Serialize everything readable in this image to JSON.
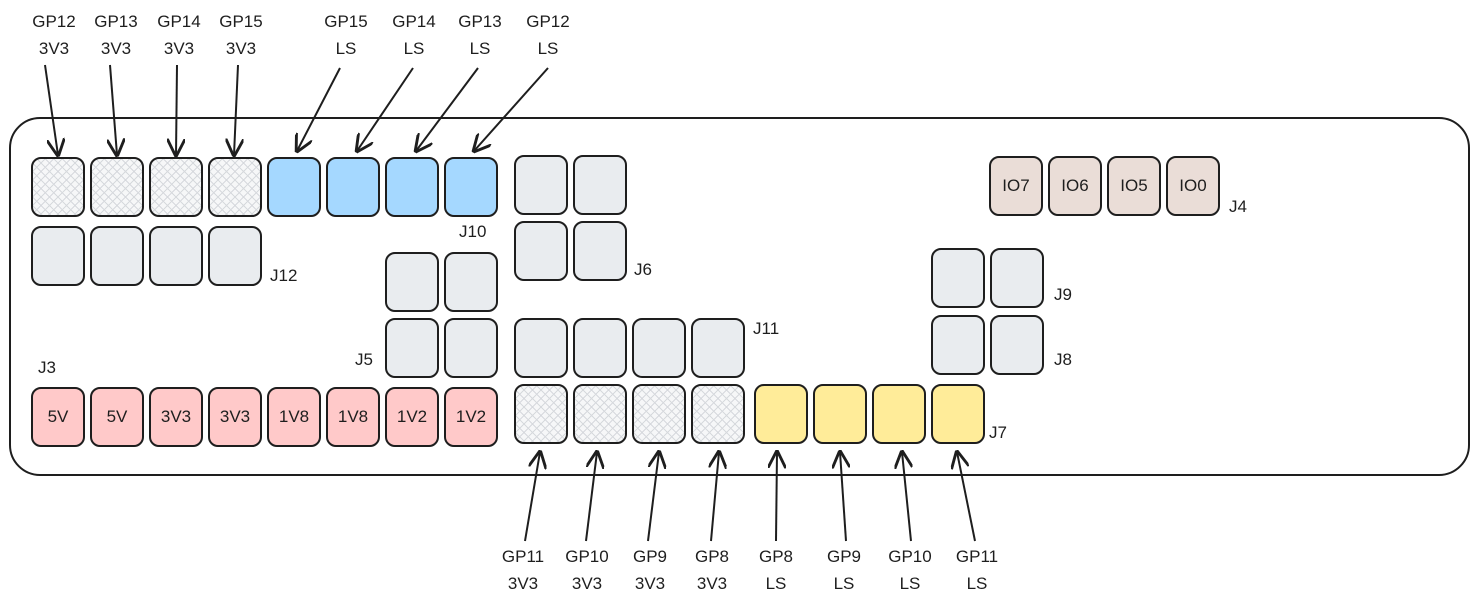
{
  "colors": {
    "ink": "#1e1e1e",
    "gray_pin": "#e9ecef",
    "blue_pin": "#a5d8ff",
    "red_pin": "#ffc9c9",
    "yellow_pin": "#ffec99",
    "brown_pin": "#eaddd7"
  },
  "headers": {
    "j3": "J3",
    "j4": "J4",
    "j5": "J5",
    "j6": "J6",
    "j7": "J7",
    "j8": "J8",
    "j9": "J9",
    "j10": "J10",
    "j11": "J11",
    "j12": "J12"
  },
  "pin_labels": {
    "j3": [
      "5V",
      "5V",
      "3V3",
      "3V3",
      "1V8",
      "1V8",
      "1V2",
      "1V2"
    ],
    "j4": [
      "IO7",
      "IO6",
      "IO5",
      "IO0"
    ]
  },
  "callouts_top": [
    {
      "signal": "GP12",
      "level": "3V3"
    },
    {
      "signal": "GP13",
      "level": "3V3"
    },
    {
      "signal": "GP14",
      "level": "3V3"
    },
    {
      "signal": "GP15",
      "level": "3V3"
    },
    {
      "signal": "GP15",
      "level": "LS"
    },
    {
      "signal": "GP14",
      "level": "LS"
    },
    {
      "signal": "GP13",
      "level": "LS"
    },
    {
      "signal": "GP12",
      "level": "LS"
    }
  ],
  "callouts_bottom": [
    {
      "signal": "GP11",
      "level": "3V3"
    },
    {
      "signal": "GP10",
      "level": "3V3"
    },
    {
      "signal": "GP9",
      "level": "3V3"
    },
    {
      "signal": "GP8",
      "level": "3V3"
    },
    {
      "signal": "GP8",
      "level": "LS"
    },
    {
      "signal": "GP9",
      "level": "LS"
    },
    {
      "signal": "GP10",
      "level": "LS"
    },
    {
      "signal": "GP11",
      "level": "LS"
    }
  ]
}
